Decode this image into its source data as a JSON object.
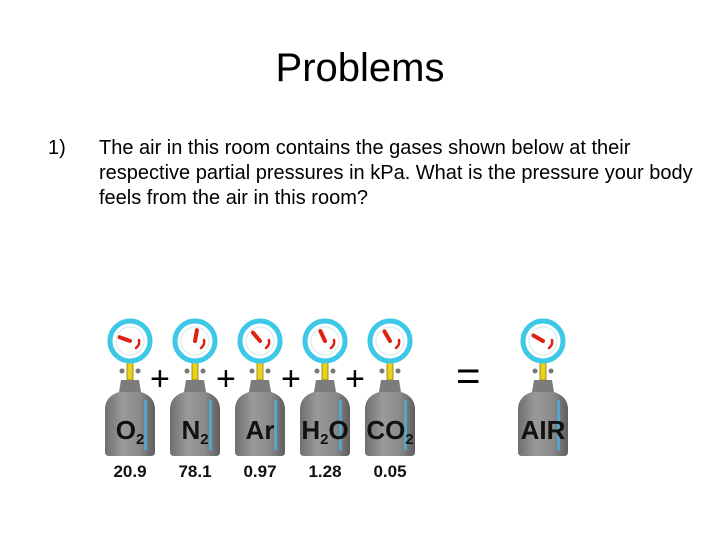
{
  "slide": {
    "title": "Problems",
    "problem_number": "1)",
    "problem_text": "The air in this room contains the gases shown below at their respective partial pressures in kPa. What is the pressure your body feels from the air in this room?"
  },
  "figure": {
    "cylinders": [
      {
        "symbol": "O",
        "subscript": "2",
        "pressure": "20.9"
      },
      {
        "symbol": "N",
        "subscript": "2",
        "pressure": "78.1"
      },
      {
        "symbol": "Ar",
        "subscript": "",
        "pressure": "0.97"
      },
      {
        "symbol": "H",
        "subscript": "2",
        "symbol_suffix": "O",
        "pressure": "1.28"
      },
      {
        "symbol": "CO",
        "subscript": "2",
        "pressure": "0.05"
      }
    ],
    "result": {
      "symbol": "AIR"
    },
    "plus": "+",
    "equals": "=",
    "colors": {
      "gauge_ring": "#3cc8e6",
      "gauge_needle": "#e02010",
      "cylinder_body": "#8a8a8a",
      "cylinder_highlight": "#4ab0d8",
      "valve_stem": "#e8d21a"
    }
  }
}
